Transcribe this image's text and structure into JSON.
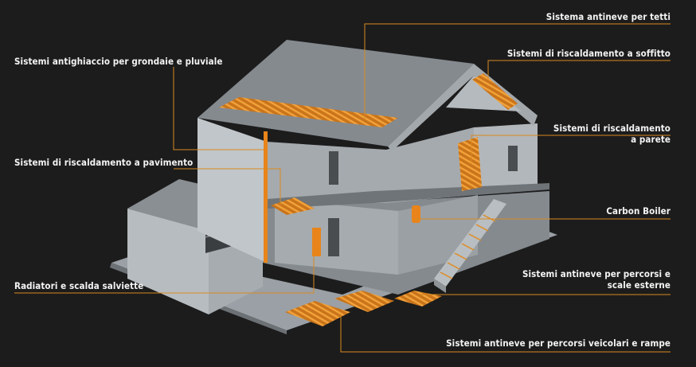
{
  "colors": {
    "background": "#1c1c1c",
    "wall_light": "#b9bec2",
    "wall_mid": "#8f9499",
    "roof": "#7d8286",
    "floor": "#7a7f84",
    "heating_orange": "#e08a1e",
    "leader_line": "#d98a1f",
    "label_text": "#f4f4f4"
  },
  "labels": {
    "roof_snow": "Sistema antineve per tetti",
    "ceiling_heating": "Sistemi di riscaldamento a soffitto",
    "gutters_antice": "Sistemi antighiaccio per grondaie e pluviale",
    "wall_heating_line1": "Sistemi di riscaldamento",
    "wall_heating_line2": "a parete",
    "floor_heating": "Sistemi di riscaldamento a pavimento",
    "carbon_boiler": "Carbon Boiler",
    "outdoor_paths_line1": "Sistemi antineve per percorsi e",
    "outdoor_paths_line2": "scale esterne",
    "radiators": "Radiatori e scalda salviette",
    "driveways": "Sistemi antineve per percorsi veicolari e rampe"
  }
}
